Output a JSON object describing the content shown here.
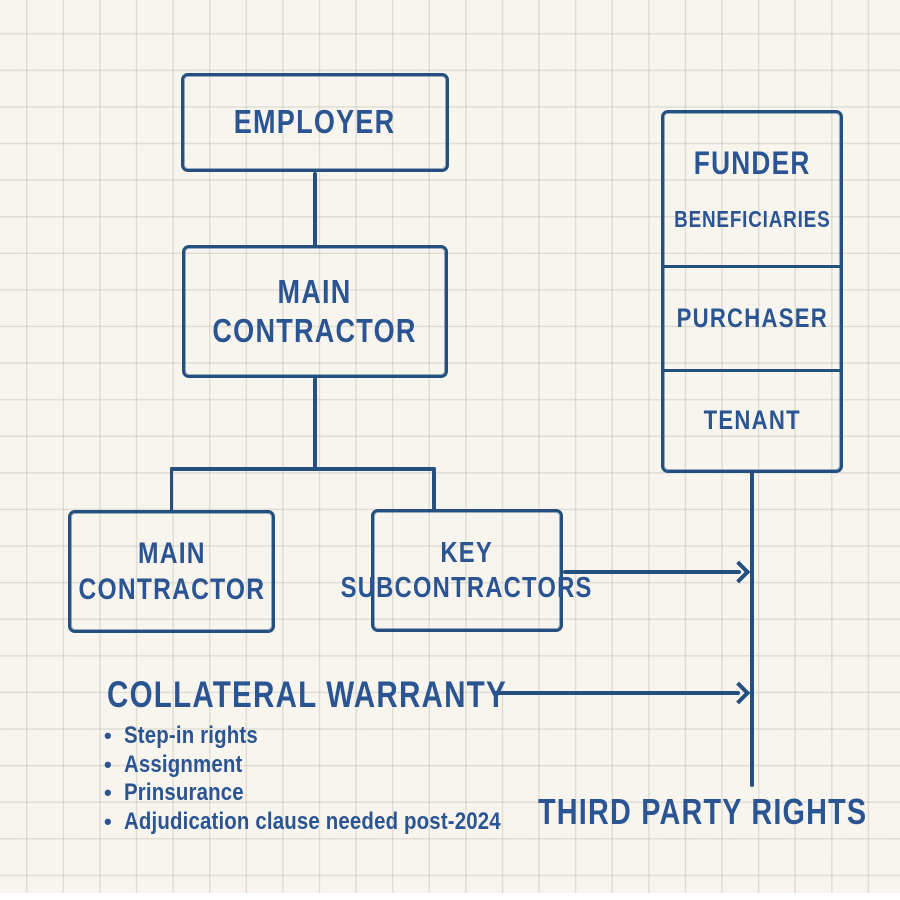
{
  "palette": {
    "ink": "#24507f",
    "text": "#2b5592",
    "paper": "#f8f5ee",
    "grid_line": "#e3e0d8",
    "page_margin": "#ffffff"
  },
  "boxes": {
    "employer": {
      "label": "EMPLOYER"
    },
    "main_contractor": {
      "line1": "MAIN",
      "line2": "CONTRACTOR"
    },
    "main_contractor_lower": {
      "line1": "MAIN",
      "line2": "CONTRACTOR"
    },
    "key_subcontractors": {
      "line1": "KEY",
      "line2": "SUBCONTRACTORS"
    }
  },
  "panel": {
    "funder": "FUNDER",
    "beneficiaries": "BENEFICIARIES",
    "purchaser": "PURCHASER",
    "tenant": "TENANT"
  },
  "headings": {
    "collateral_warranty": "COLLATERAL WARRANTY",
    "third_party_rights": "THIRD PARTY RIGHTS"
  },
  "bullet_glyph": "•",
  "bullets": [
    "Step-in rights",
    "Assignment",
    "Prinsurance",
    "Adjudication clause needed post-2024"
  ]
}
